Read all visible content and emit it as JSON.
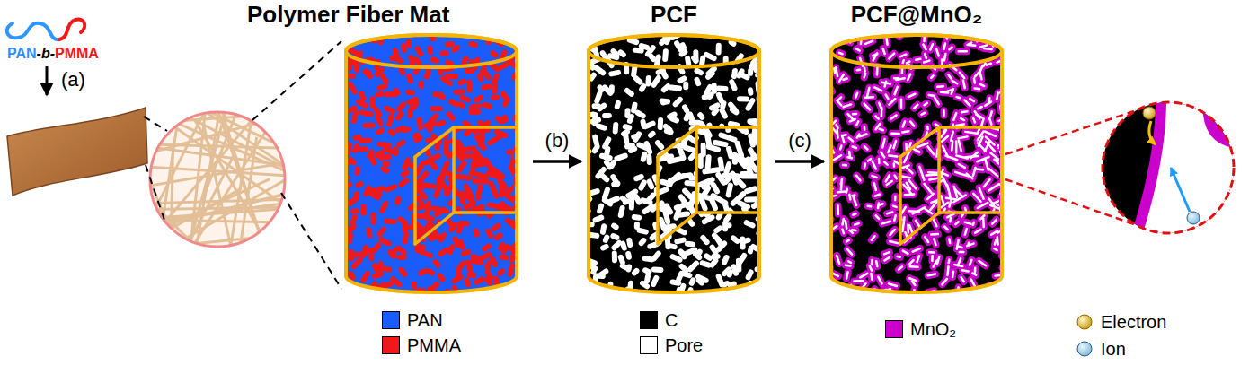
{
  "diagram": {
    "nodes": [
      {
        "text": [
          "Polymer Fiber Mat"
        ]
      },
      {
        "text": [
          "PCF"
        ]
      },
      {
        "text": [
          "PCF@MnO₂"
        ]
      }
    ],
    "edges": [
      {
        "from": 0,
        "to": 1,
        "label": "(b)",
        "arrow": "to"
      },
      {
        "from": 1,
        "to": 2,
        "label": "(c)",
        "arrow": "to"
      }
    ],
    "labels": [
      "PAN",
      "-b-",
      "PMMA",
      "(a)"
    ],
    "legend": [
      {
        "text": "PAN",
        "color": "#1a5cff"
      },
      {
        "text": "PMMA",
        "color": "#f01818"
      },
      {
        "text": "C",
        "color": "#000000"
      },
      {
        "text": "Pore",
        "color": "#ffffff"
      },
      {
        "text": "MnO₂",
        "color": "#cc00cc"
      },
      {
        "text": "Electron"
      },
      {
        "text": "Ion"
      }
    ]
  }
}
